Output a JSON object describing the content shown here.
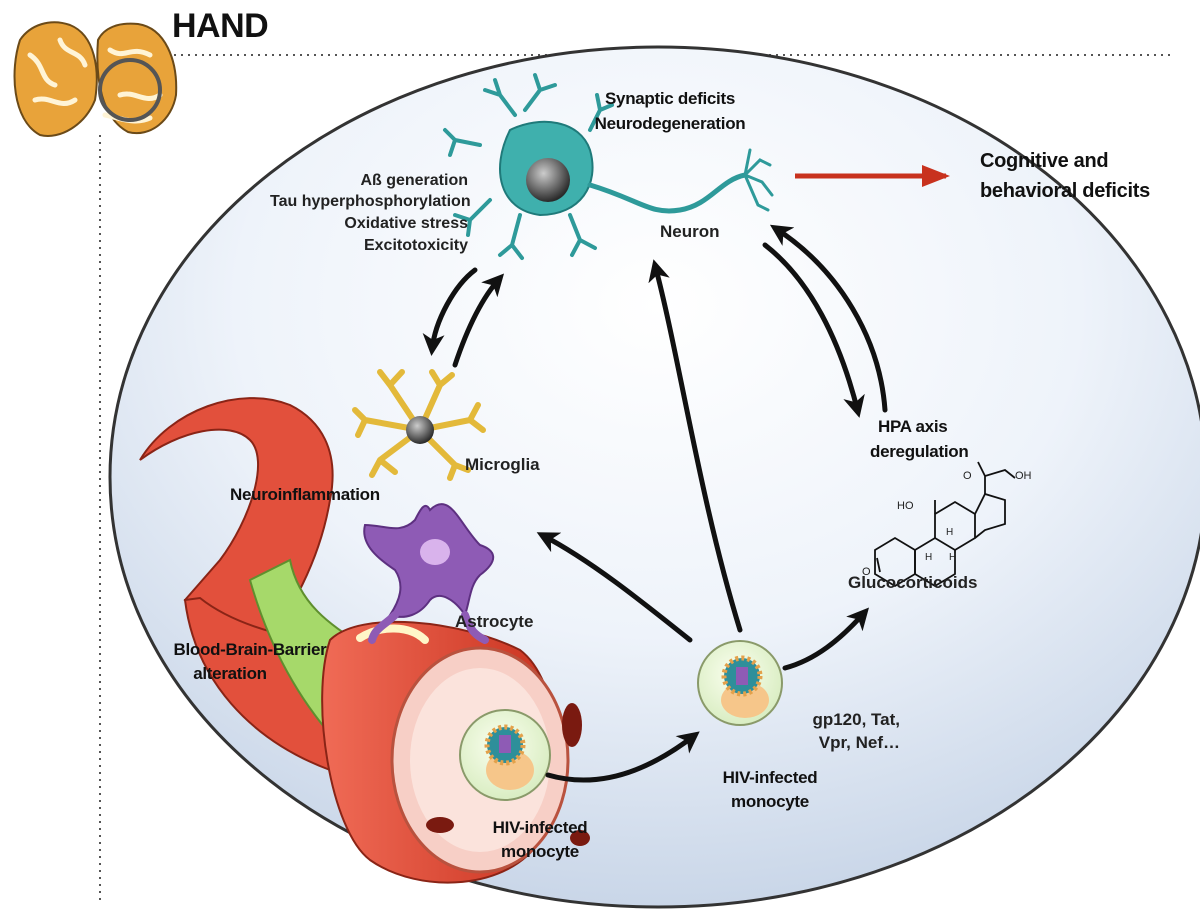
{
  "title": "HAND",
  "outcome": {
    "line1": "Cognitive and",
    "line2": "behavioral deficits"
  },
  "neuron": {
    "label": "Neuron",
    "effects": [
      "Synaptic deficits",
      "Neurodegeneration"
    ],
    "mechanisms": [
      "Aß generation",
      "Tau hyperphosphorylation",
      "Oxidative stress",
      "Excitotoxicity"
    ]
  },
  "microglia": {
    "label": "Microglia"
  },
  "neuroinflammation": {
    "label": "Neuroinflammation"
  },
  "astrocyte": {
    "label": "Astrocyte"
  },
  "bbb": {
    "line1": "Blood-Brain-Barrier",
    "line2": "alteration"
  },
  "hpa": {
    "line1": "HPA axis",
    "line2": "deregulation"
  },
  "glucocorticoids": {
    "label": "Glucocorticoids",
    "atoms": {
      "o_top": "O",
      "oh": "OH",
      "ho": "HO",
      "h1": "H",
      "h2": "H",
      "h3": "H",
      "o_left": "O"
    }
  },
  "monocyte_vessel": {
    "line1": "HIV-infected",
    "line2": "monocyte"
  },
  "monocyte_free": {
    "line1": "HIV-infected",
    "line2": "monocyte"
  },
  "viral_proteins": {
    "line1": "gp120, Tat,",
    "line2": "Vpr, Nef…"
  },
  "colors": {
    "neuron": "#2e9a9a",
    "microglia": "#e3b93a",
    "astrocyte": "#8e5bb5",
    "vessel": "#d9412e",
    "bbb": "#a6d96a",
    "outcome_arrow": "#c8321e"
  }
}
